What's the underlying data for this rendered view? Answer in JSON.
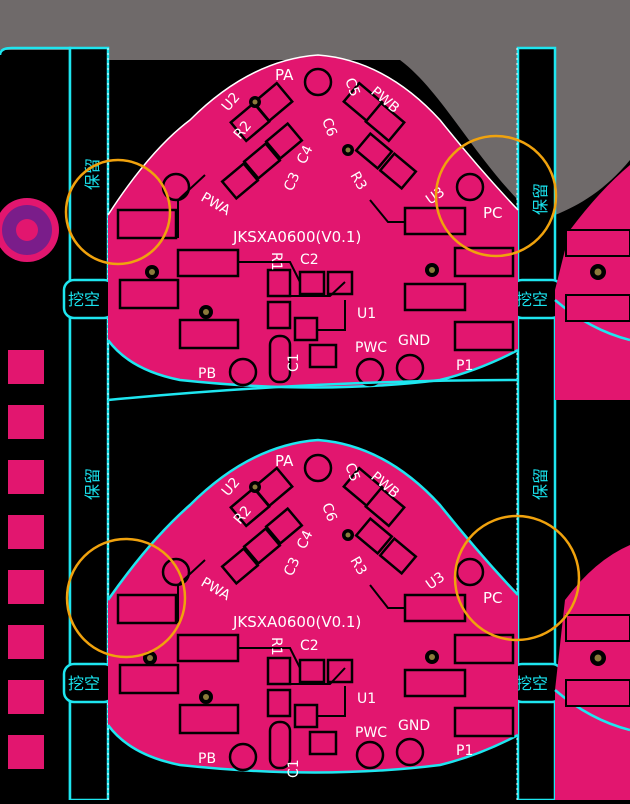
{
  "colors": {
    "background": "#000000",
    "panel_gray": "#6f6a6a",
    "board_copper": "#e2166f",
    "outline": "#1ee6f0",
    "silkscreen": "#ffffff",
    "highlight_circle": "#f0a20d",
    "via": "#8b7a3a"
  },
  "board_top": {
    "id": "JKSXA0600(V0.1)",
    "labels": {
      "pa": "PA",
      "pwb": "PWB",
      "c5": "C5",
      "c6": "C6",
      "u2": "U2",
      "r2": "R2",
      "c4": "C4",
      "c3": "C3",
      "r3": "R3",
      "u3": "U3",
      "pwa": "PWA",
      "pc": "PC",
      "r1": "R1",
      "c2": "C2",
      "u1": "U1",
      "pwc": "PWC",
      "gnd": "GND",
      "pb": "PB",
      "c1": "C1",
      "p1": "P1"
    }
  },
  "board_bottom": {
    "id": "JKSXA0600(V0.1)",
    "labels": {
      "pa": "PA",
      "pwb": "PWB",
      "c5": "C5",
      "c6": "C6",
      "u2": "U2",
      "r2": "R2",
      "c4": "C4",
      "c3": "C3",
      "r3": "R3",
      "u3": "U3",
      "pwa": "PWA",
      "pc": "PC",
      "r1": "R1",
      "c2": "C2",
      "u1": "U1",
      "pwc": "PWC",
      "gnd": "GND",
      "pb": "PB",
      "c1": "C1",
      "p1": "P1"
    }
  },
  "rail_labels": {
    "reserve": "保留",
    "hollow": "挖空"
  }
}
